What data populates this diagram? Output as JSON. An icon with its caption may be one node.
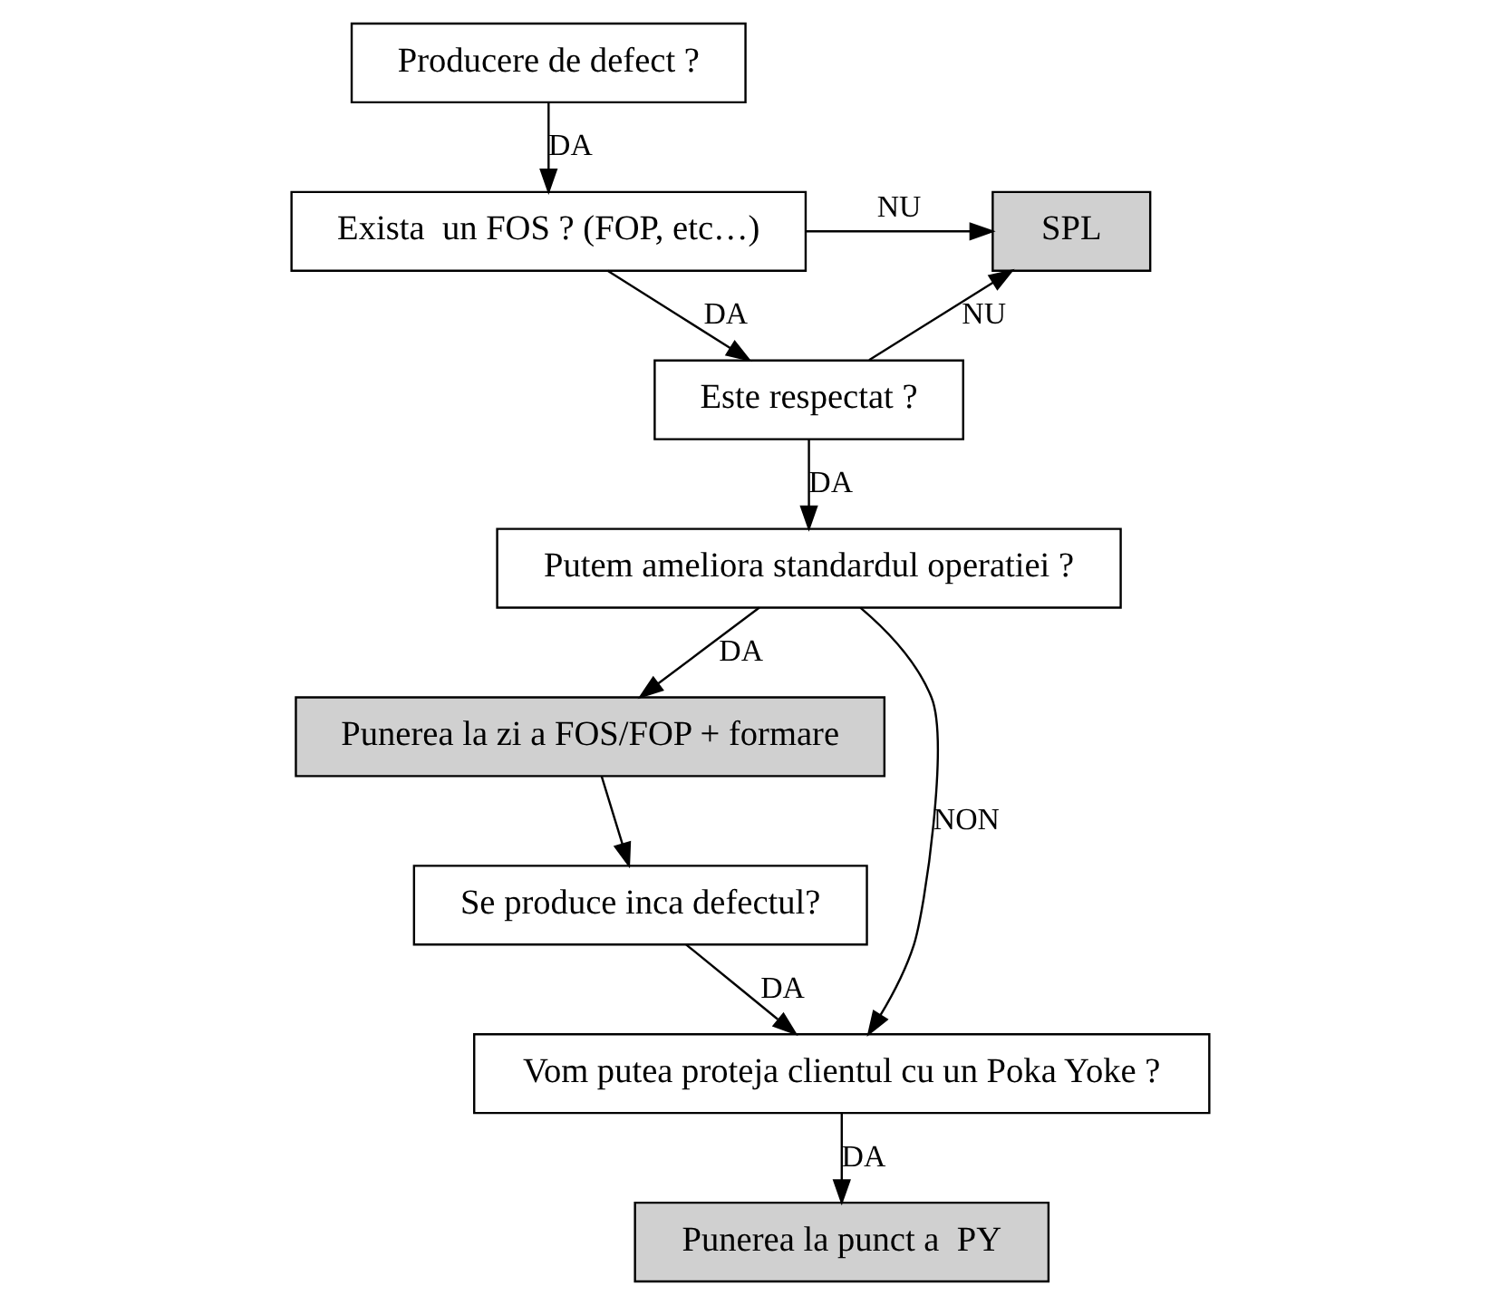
{
  "diagram": {
    "nodes": [
      {
        "text": [
          "Producere de defect ?"
        ]
      },
      {
        "text": [
          "Exista  un FOS ? (FOP, etc…)"
        ]
      },
      {
        "text": [
          "SPL"
        ]
      },
      {
        "text": [
          "Este respectat ?"
        ]
      },
      {
        "text": [
          "Putem ameliora standardul operatiei ?"
        ]
      },
      {
        "text": [
          "Punerea la zi a FOS/FOP + formare"
        ]
      },
      {
        "text": [
          "Se produce inca defectul?"
        ]
      },
      {
        "text": [
          "Vom putea proteja clientul cu un Poka Yoke ?"
        ]
      },
      {
        "text": [
          "Punerea la punct a  PY"
        ]
      }
    ],
    "edges": [
      {
        "from": 0,
        "to": 1,
        "arrow": "to",
        "label": "DA"
      },
      {
        "from": 1,
        "to": 2,
        "arrow": "to",
        "label": "NU"
      },
      {
        "from": 1,
        "to": 3,
        "arrow": "to",
        "label": "DA"
      },
      {
        "from": 3,
        "to": 2,
        "arrow": "to",
        "label": "NU"
      },
      {
        "from": 3,
        "to": 4,
        "arrow": "to",
        "label": "DA"
      },
      {
        "from": 4,
        "to": 7,
        "arrow": "to",
        "label": "NON"
      },
      {
        "from": 4,
        "to": 5,
        "arrow": "to",
        "label": "DA"
      },
      {
        "from": 5,
        "to": 6,
        "arrow": "to"
      },
      {
        "from": 6,
        "to": 7,
        "arrow": "to",
        "label": "DA"
      },
      {
        "from": 7,
        "to": 8,
        "arrow": "to",
        "label": "DA"
      }
    ]
  }
}
